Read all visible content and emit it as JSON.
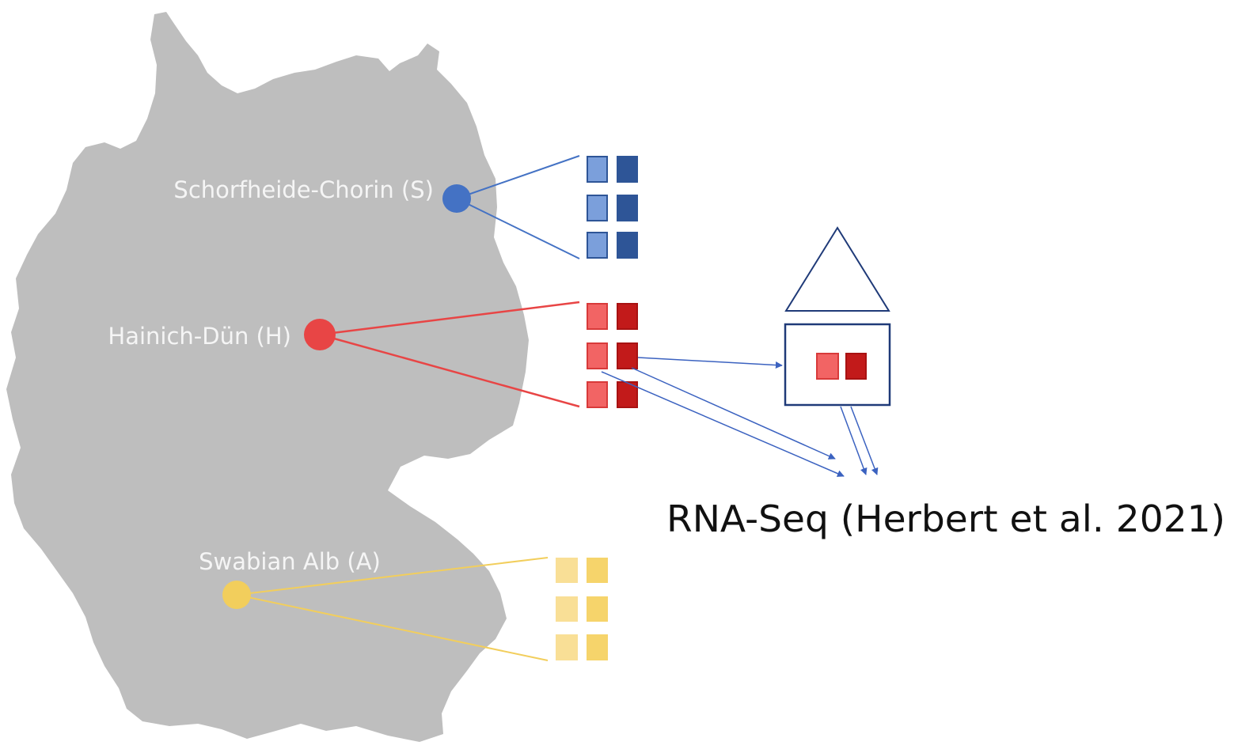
{
  "sites": [
    {
      "id": "schorfheide",
      "label": "Schorfheide-Chorin (S)",
      "color": "#4472C4",
      "sample_light": "#7B9FDB",
      "sample_dark": "#2E5597"
    },
    {
      "id": "hainich",
      "label": "Hainich-Dün (H)",
      "color": "#E84545",
      "sample_light": "#F26464",
      "sample_dark": "#C21A1A"
    },
    {
      "id": "swabian",
      "label": "Swabian Alb (A)",
      "color": "#F2CE5C",
      "sample_light": "#F9DF96",
      "sample_dark": "#F6D46B"
    }
  ],
  "colors": {
    "map": "#BEBEBE",
    "arrow": "#3B62C0",
    "outline": "#2F4A8A",
    "caption": "#111111"
  },
  "caption": "RNA-Seq (Herbert et al. 2021)"
}
